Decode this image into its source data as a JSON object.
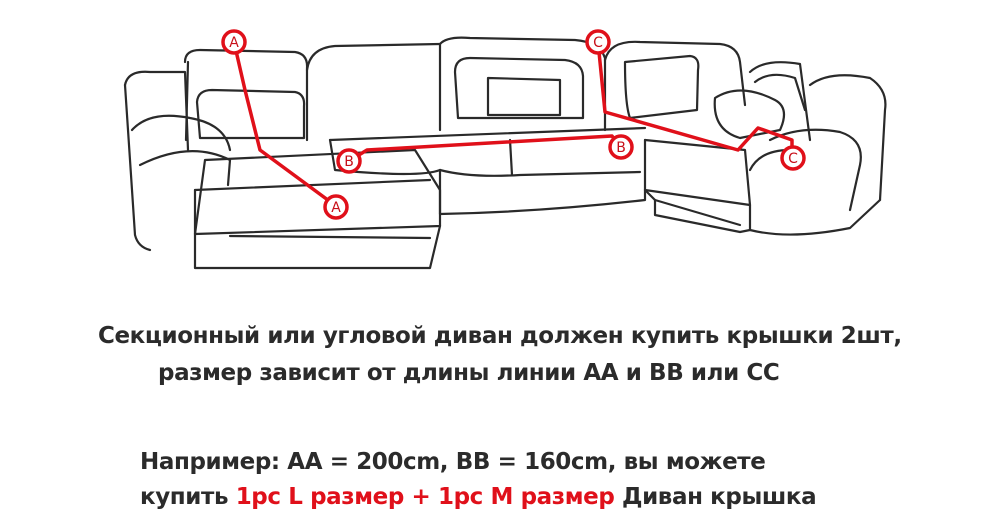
{
  "diagram": {
    "markers": {
      "a_top": "A",
      "a_bottom": "A",
      "b_left": "B",
      "b_right": "B",
      "c_top": "C",
      "c_right": "C"
    },
    "line_color": "#e0101a",
    "outline_color": "#2a2a2a"
  },
  "caption": {
    "line1": "Секционный или угловой диван должен купить крышки 2шт,",
    "line2": "размер зависит от длины линии АА и ВВ или СС"
  },
  "example": {
    "line1": "Например: AA = 200cm, BB = 160cm, вы можете",
    "line2_prefix": "купить ",
    "line2_highlight": "1pc L размер + 1pc M размер",
    "line2_suffix": " Диван крышка"
  }
}
